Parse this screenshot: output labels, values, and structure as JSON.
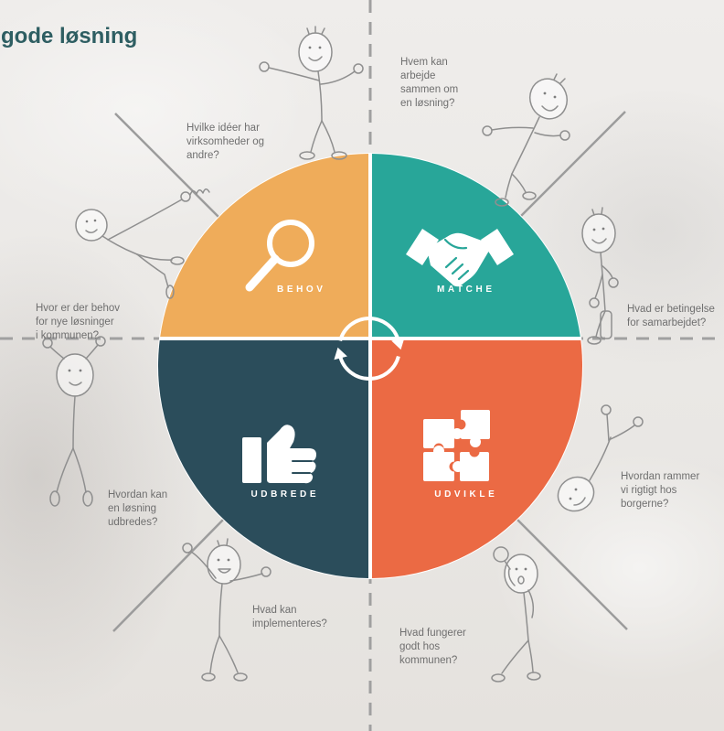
{
  "title": "gode løsning",
  "colors": {
    "behov": "#EFAC5A",
    "matche": "#28A699",
    "udbrede": "#2B4D5B",
    "udvikle": "#EB6A44",
    "title": "#2E5E62",
    "question_text": "#6F6F6F",
    "guide_lines": "#A0A0A0"
  },
  "quadrants": {
    "behov": {
      "label": "BEHOV",
      "icon": "magnifier-icon"
    },
    "matche": {
      "label": "MATCHE",
      "icon": "handshake-icon"
    },
    "udbrede": {
      "label": "UDBREDE",
      "icon": "thumbs-up-icon"
    },
    "udvikle": {
      "label": "UDVIKLE",
      "icon": "puzzle-icon"
    }
  },
  "center_icon": "cycle-arrows-icon",
  "questions": {
    "ideas": "Hvilke idéer har\nvirksomheder og\nandre?",
    "collaborators": "Hvem kan\narbejde\nsammen om\nen løsning?",
    "needs": "Hvor er der behov\nfor nye løsninger\ni kommunen?",
    "conditions": "Hvad er betingelse\nfor samarbejdet?",
    "spread": "Hvordan kan\nen løsning\nudbredes?",
    "citizens": "Hvordan rammer\nvi rigtigt hos\nborgerne?",
    "implement": "Hvad kan\nimplementeres?",
    "works": "Hvad fungerer\ngodt hos\nkommunen?"
  }
}
